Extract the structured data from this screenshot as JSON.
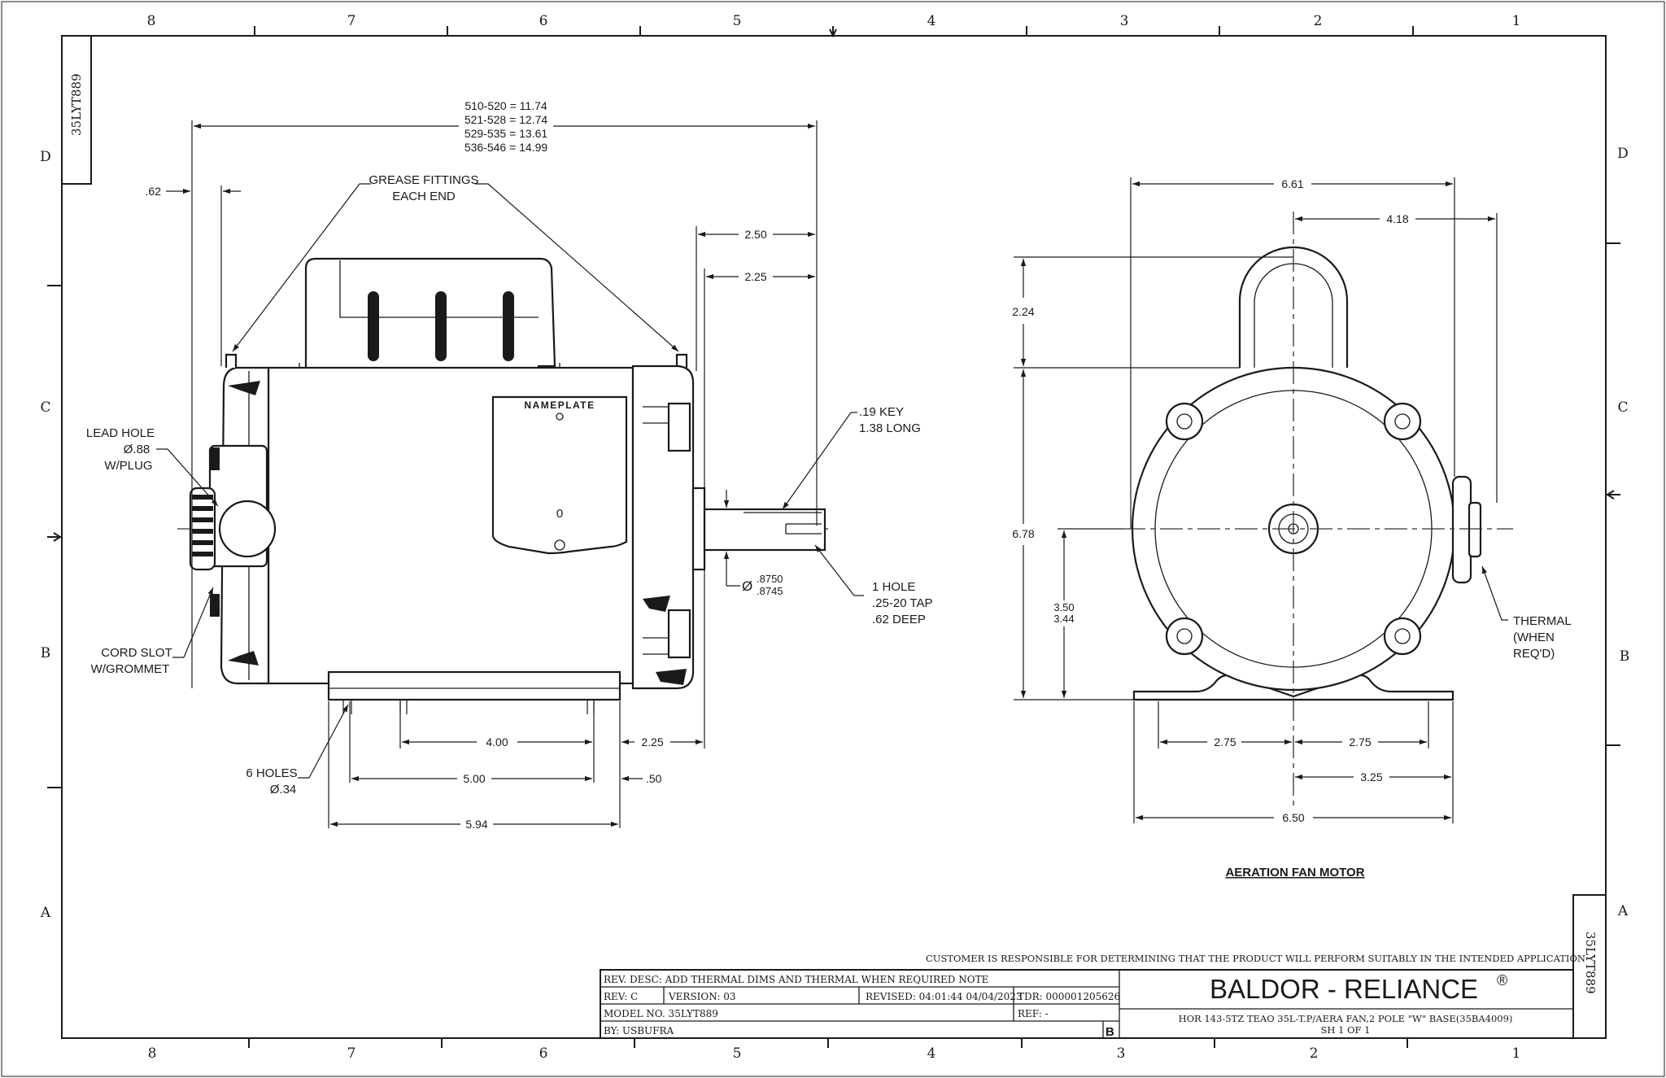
{
  "drawing_id": "35LYT889",
  "zones": {
    "top": [
      "8",
      "7",
      "6",
      "5",
      "4",
      "3",
      "2",
      "1"
    ],
    "bottom": [
      "8",
      "7",
      "6",
      "5",
      "4",
      "3",
      "2",
      "1"
    ],
    "left": [
      "D",
      "C",
      "B",
      "A"
    ],
    "right": [
      "D",
      "C",
      "B",
      "A"
    ]
  },
  "side_view": {
    "length_table": [
      "510-520 = 11.74",
      "521-528 = 12.74",
      "529-535 = 13.61",
      "536-546 = 14.99"
    ],
    "dim_062": ".62",
    "grease": [
      "GREASE FITTINGS",
      "EACH END"
    ],
    "dim_250": "2.50",
    "dim_225_top": "2.25",
    "nameplate": "NAMEPLATE",
    "nameplate_mark": "0",
    "key": [
      ".19 KEY",
      "1.38 LONG"
    ],
    "lead_hole": [
      "LEAD HOLE",
      "Ø.88",
      "W/PLUG"
    ],
    "shaft_dia_symbol": "Ø",
    "shaft_dia": [
      ".8750",
      ".8745"
    ],
    "tap": [
      "1 HOLE",
      ".25-20 TAP",
      ".62 DEEP"
    ],
    "cord_slot": [
      "CORD SLOT",
      "W/GROMMET"
    ],
    "holes": [
      "6 HOLES",
      "Ø.34"
    ],
    "dim_400": "4.00",
    "dim_225_bottom": "2.25",
    "dim_500": "5.00",
    "dim_050": ".50",
    "dim_594": "5.94"
  },
  "end_view": {
    "dim_661": "6.61",
    "dim_418": "4.18",
    "dim_224": "2.24",
    "dim_678": "6.78",
    "dim_350": [
      "3.50",
      "3.44"
    ],
    "thermal": [
      "THERMAL",
      "(WHEN",
      "REQ'D)"
    ],
    "dim_275_left": "2.75",
    "dim_275_right": "2.75",
    "dim_325": "3.25",
    "dim_650": "6.50"
  },
  "caption": "AERATION FAN MOTOR",
  "title_block": {
    "disclaimer": "CUSTOMER IS RESPONSIBLE FOR DETERMINING THAT THE PRODUCT WILL PERFORM SUITABLY IN THE INTENDED APPLICATION",
    "rev_desc": "REV. DESC: ADD THERMAL DIMS AND THERMAL WHEN REQUIRED NOTE",
    "rev": "REV:  C",
    "version": "VERSION:  03",
    "revised": "REVISED:  04:01:44 04/04/2023",
    "tdr": "TDR: 000001205626",
    "model_no": "MODEL NO.  35LYT889",
    "ref": "REF:  -",
    "by": "BY: USBUFRA",
    "size": "B",
    "company": "BALDOR - RELIANCE",
    "reg": "®",
    "description": "HOR 143-5TZ TEAO 35L-T.P/AERA FAN,2 POLE \"W\" BASE(35BA4009)",
    "sheet": "SH 1 OF 1"
  }
}
